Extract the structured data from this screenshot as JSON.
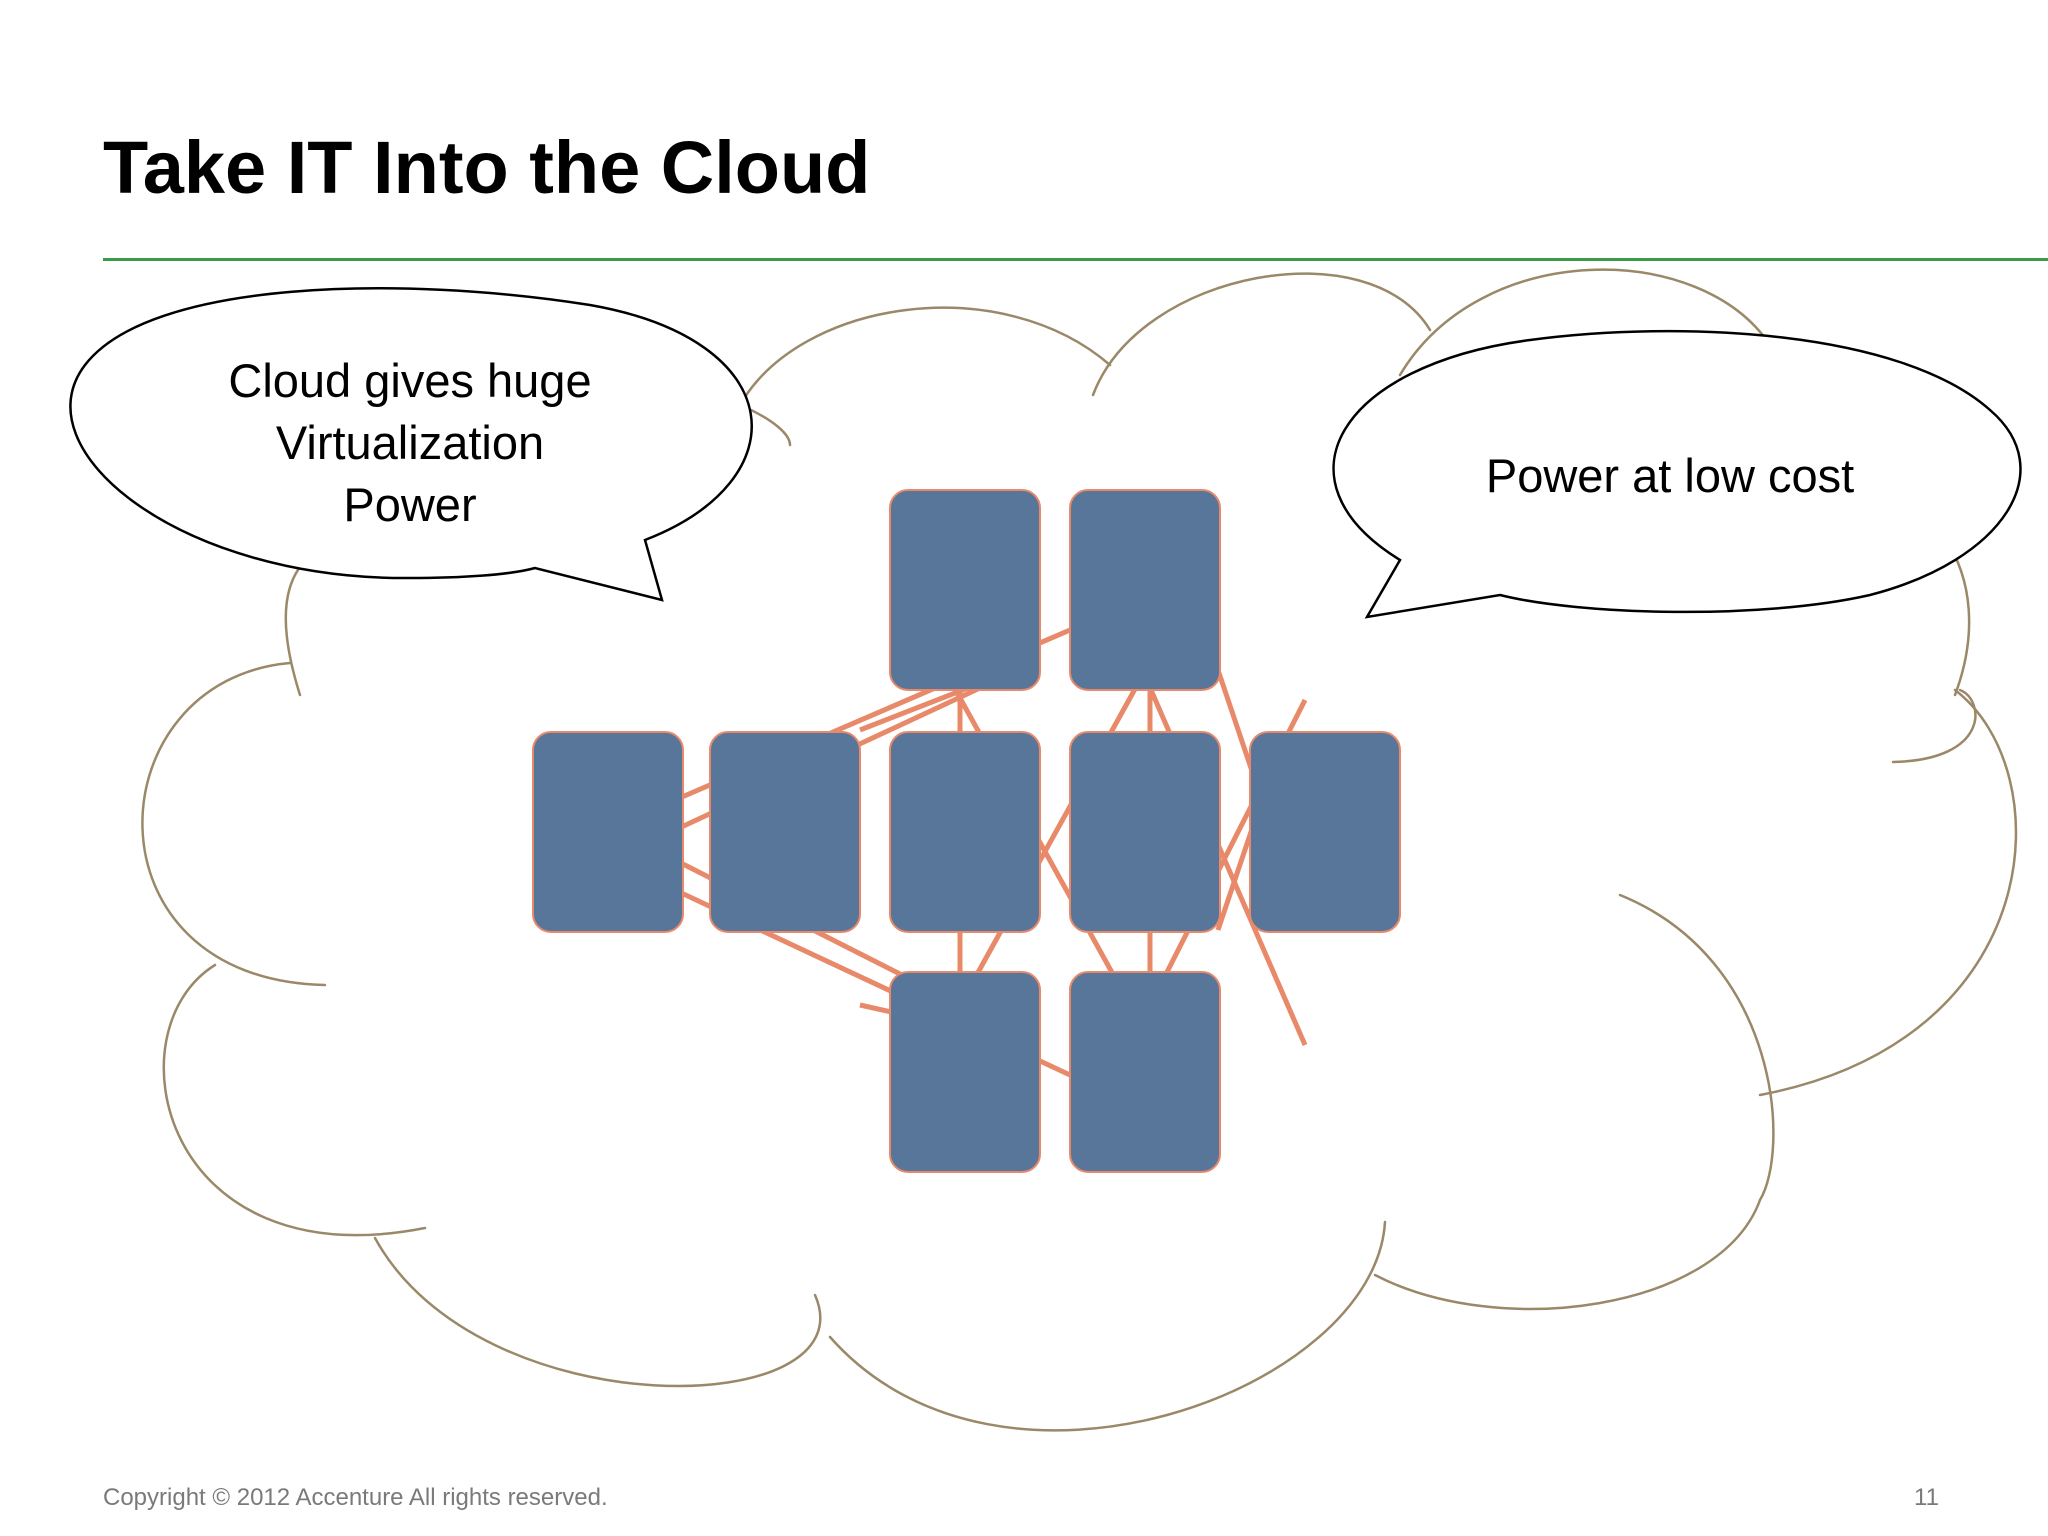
{
  "slide": {
    "title": "Take IT Into the Cloud",
    "accent_color": "#3a9a4a",
    "callouts": {
      "left": [
        "Cloud gives huge",
        "Virtualization",
        "Power"
      ],
      "right": "Power at low cost"
    },
    "footer": {
      "copyright": "Copyright © 2012 Accenture  All rights reserved.",
      "page_number": "11"
    },
    "diagram": {
      "cloud_outline_color": "#9a8868",
      "node_fill": "#587699",
      "node_stroke": "#e8896a",
      "link_color": "#e8896a",
      "node_count": 9
    }
  }
}
